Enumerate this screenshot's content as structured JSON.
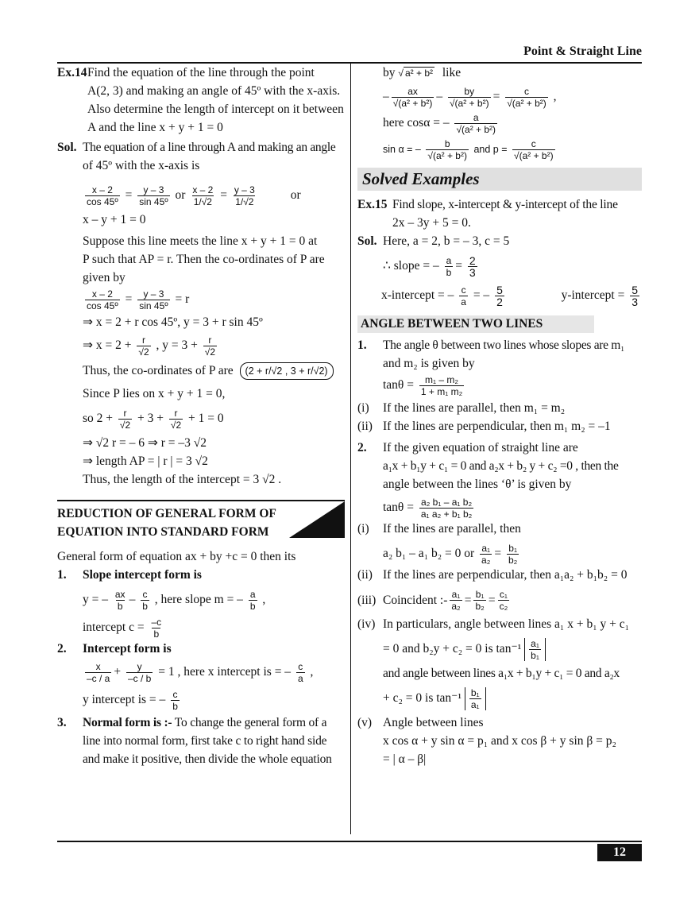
{
  "header": {
    "title": "Point & Straight Line",
    "page_number": "12"
  },
  "ex14": {
    "label": "Ex.14",
    "q": [
      "Find the equation of the line through the point",
      "A(2, 3) and making an angle of 45º with the x-axis.",
      "Also determine the length of intercept on it between",
      "A and the line x + y + 1 = 0"
    ],
    "sol_label": "Sol.",
    "s1": "The equation of a line through A and making an angle",
    "s2": "of 45º with the x-axis is",
    "eq1_n1": "x – 2",
    "eq1_d1": "cos 45º",
    "eq1_n2": "y – 3",
    "eq1_d2": "sin 45º",
    "or1": "or",
    "eq1_n3": "x – 2",
    "eq1_d3": "1/√2",
    "eq1_n4": "y – 3",
    "eq1_d4": "1/√2",
    "or2": "or",
    "eq2": "x – y + 1 = 0",
    "p1": [
      "Suppose this line meets the line x + y + 1 = 0 at",
      "P such that AP = r. Then the co-ordinates of  P are",
      "given by"
    ],
    "eq3_tail": "= r",
    "eq4": "⇒  x = 2 + r cos 45º, y = 3 + r sin 45º",
    "eq5_a": "⇒  x = 2 +",
    "eq5_n": "r",
    "eq5_d": "√2",
    "eq5_b": ", y = 3 +",
    "coords_text": "Thus, the co-ordinates of P are",
    "coords_val": "(2 + r/√2 , 3 + r/√2)",
    "lies": "Since P lies on x + y + 1 = 0,",
    "so_a": "so 2 +",
    "so_b": "+ 3 +",
    "so_c": "+ 1 = 0",
    "imp1": "⇒  √2 r  = – 6 ⇒ r = –3 √2",
    "imp2": "⇒  length AP = | r | = 3 √2",
    "thus": "Thus, the length of the intercept = 3 √2 ."
  },
  "reduction": {
    "heading1": "REDUCTION OF GENERAL FORM OF",
    "heading2": "EQUATION INTO STANDARD FORM",
    "intro": "General form of equation ax + by +c = 0 then its",
    "i1_num": "1.",
    "i1_title": "Slope  intercept form is",
    "i1_eq_a": "y = –",
    "i1_n1": "ax",
    "i1_d1": "b",
    "i1_n2": "c",
    "i1_d2": "b",
    "i1_eq_b": ",  here slope m = –",
    "i1_n3": "a",
    "i1_d3": "b",
    "i1_eq_c": ",",
    "i1_int_a": "intercept c =",
    "i1_int_n": "–c",
    "i1_int_d": "b",
    "i2_num": "2.",
    "i2_title": "Intercept form is",
    "i2_n1": "x",
    "i2_d1": "–c / a",
    "i2_n2": "y",
    "i2_d2": "–c / b",
    "i2_eq_b": "= 1 , here x intercept is = –",
    "i2_n3": "c",
    "i2_d3": "a",
    "i2_eq_c": ",",
    "i2_y_a": "y intercept is = –",
    "i2_y_n": "c",
    "i2_y_d": "b",
    "i3_num": "3.",
    "i3_title": "Normal form is :-",
    "i3_text": [
      "To change the general form of a",
      "line into normal form, first take c to right hand side",
      "and make it positive, then divide the whole equation"
    ]
  },
  "right": {
    "by_a": "by",
    "by_sqrt": "a² + b²",
    "by_b": "like",
    "norm_n1": "ax",
    "norm_n2": "by",
    "norm_n3": "c",
    "norm_d": "√(a² + b²)",
    "here_cos": "here cosα = –",
    "cos_n": "a",
    "sin_text": "sin α = –",
    "sin_n": "b",
    "and_p": "and  p =",
    "p_n": "c",
    "solved": "Solved Examples",
    "ex15_label": "Ex.15",
    "ex15_q": [
      "Find slope, x-intercept & y-intercept of the line",
      "2x – 3y + 5 = 0."
    ],
    "ex15_sol": "Sol.",
    "ex15_s1": "Here, a = 2, b = – 3, c = 5",
    "slope_a": "∴  slope = –",
    "slope_n1": "a",
    "slope_d1": "b",
    "slope_n2": "2",
    "slope_d2": "3",
    "xint_a": "x-intercept  = –",
    "xint_n1": "c",
    "xint_d1": "a",
    "xint_b": "= –",
    "xint_n2": "5",
    "xint_d2": "2",
    "yint_a": "y-intercept =",
    "yint_n": "5",
    "yint_d": "3",
    "angle_heading": "ANGLE BETWEEN TWO LINES",
    "a1_num": "1.",
    "a1_text": [
      "The angle θ between two lines whose slopes are m₁",
      "and m₂ is given by"
    ],
    "tan1_a": "tanθ =",
    "tan1_n": "m₁ – m₂",
    "tan1_d": "1 + m₁ m₂",
    "a1_i": "(i)",
    "a1_i_t": "If the lines are parallel, then m₁ = m₂",
    "a1_ii": "(ii)",
    "a1_ii_t": "If the lines are perpendicular, then m₁ m₂ = –1",
    "a2_num": "2.",
    "a2_text": [
      "If the given equation of straight line are",
      "a₁x + b₁y + c₁ = 0 and a₂x + b₂ y + c₂ =0 , then the",
      "angle between the lines ‘θ’  is given by"
    ],
    "tan2_a": "tanθ =",
    "tan2_n": "a₂ b₁ – a₁ b₂",
    "tan2_d": "a₁ a₂ + b₁ b₂",
    "b_i": "(i)",
    "b_i_t": "If the lines are parallel, then",
    "b_i_eq": "a₂ b₁ – a₁ b₂ = 0  or",
    "b_i_n1": "a₁",
    "b_i_d1": "a₂",
    "b_i_n2": "b₁",
    "b_i_d2": "b₂",
    "b_ii": "(ii)",
    "b_ii_t": "If the lines are perpendicular, then a₁a₂ + b₁b₂ = 0",
    "b_iii": "(iii)",
    "b_iii_t": "Coincident :-",
    "c_n1": "a₁",
    "c_d1": "a₂",
    "c_n2": "b₁",
    "c_d2": "b₂",
    "c_n3": "c₁",
    "c_d3": "c₂",
    "b_iv": "(iv)",
    "b_iv_t1": "In particulars, angle between lines a₁ x + b₁ y + c₁",
    "b_iv_t2": "= 0  and  b₂y + c₂ = 0 is tan⁻¹",
    "iv_n1": "a₁",
    "iv_d1": "b₁",
    "b_iv_t3": "and angle between lines a₁x + b₁y + c₁ = 0 and a₂x",
    "b_iv_t4": "+ c₂ = 0 is tan⁻¹",
    "iv_n2": "b₁",
    "iv_d2": "a₁",
    "b_v": "(v)",
    "b_v_t1": "Angle between lines",
    "b_v_t2": "x cos α + y sin α = p₁ and  x cos β  + y sin β =  p₂",
    "b_v_t3": "= | α – β|"
  }
}
